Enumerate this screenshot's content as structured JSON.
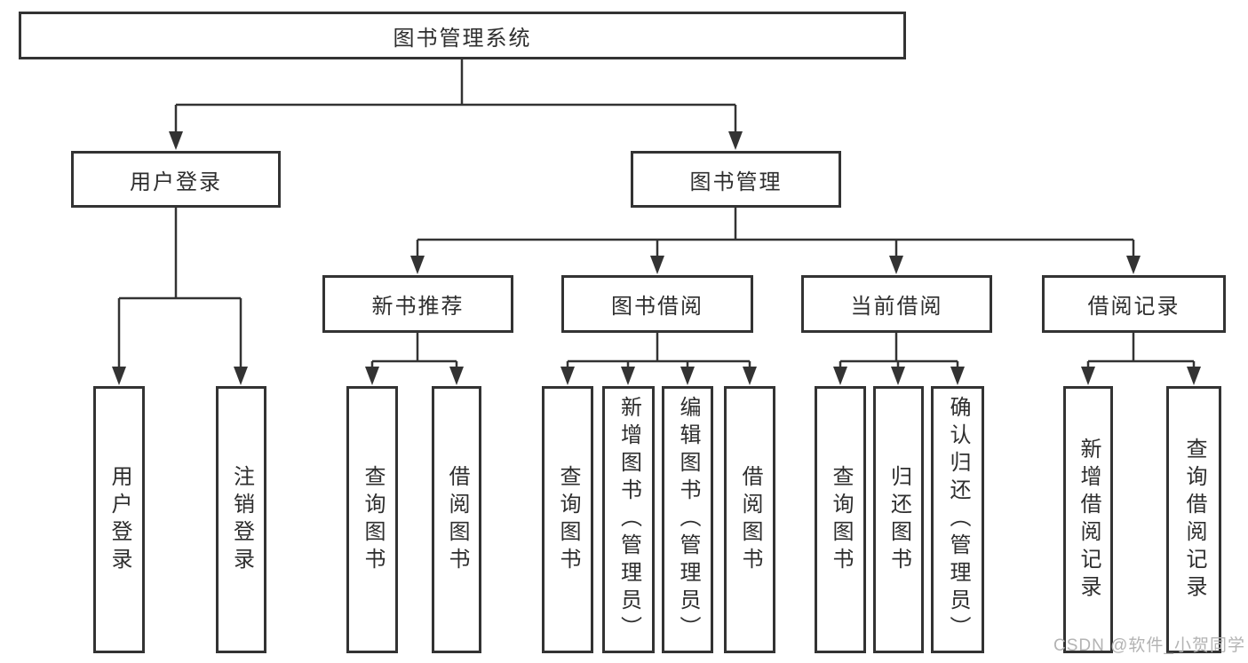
{
  "diagram": {
    "root": "图书管理系统",
    "branches": [
      {
        "label": "用户登录",
        "children": [
          "用户登录",
          "注销登录"
        ]
      },
      {
        "label": "图书管理",
        "children": [
          {
            "label": "新书推荐",
            "children": [
              "查询图书",
              "借阅图书"
            ]
          },
          {
            "label": "图书借阅",
            "children": [
              "查询图书",
              "新增图书（管理员）",
              "编辑图书（管理员）",
              "借阅图书"
            ]
          },
          {
            "label": "当前借阅",
            "children": [
              "查询图书",
              "归还图书",
              "确认归还（管理员）"
            ]
          },
          {
            "label": "借阅记录",
            "children": [
              "新增借阅记录",
              "查询借阅记录"
            ]
          }
        ]
      }
    ]
  },
  "watermark": "CSDN @软件_小贺同学",
  "colors": {
    "line": "#333333",
    "box_border": "#333333",
    "text": "#2e2e2e",
    "watermark": "#b3b3b3",
    "background": "#ffffff"
  }
}
